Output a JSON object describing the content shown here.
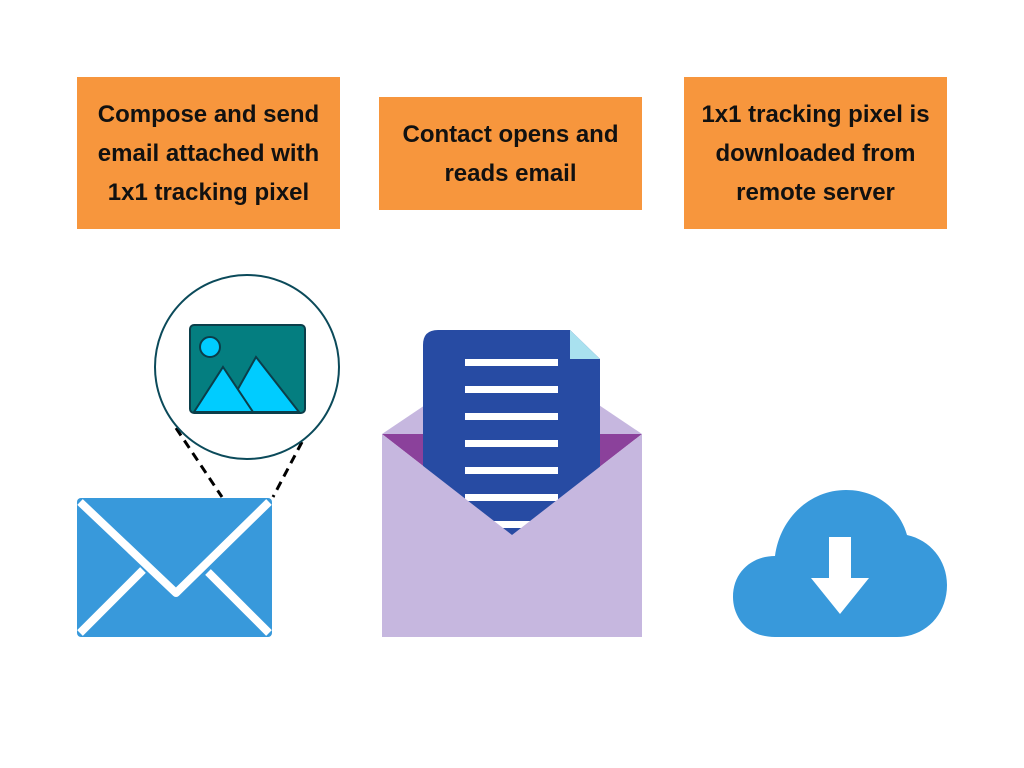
{
  "steps": [
    {
      "label": "Compose and send\nemail attached with\n1x1 tracking pixel",
      "icon": "envelope-with-image-icon"
    },
    {
      "label": "Contact opens and\nreads email",
      "icon": "open-envelope-letter-icon"
    },
    {
      "label": "1x1 tracking pixel is\ndownloaded from\nremote server",
      "icon": "cloud-download-icon"
    }
  ],
  "colors": {
    "box": "#F7963D",
    "mail_blue": "#3899DB",
    "doc_blue": "#274BA3",
    "envelope_front": "#C6B7DF",
    "envelope_inner": "#8B419B",
    "image_frame": "#047E80",
    "image_fill": "#00CCFF"
  }
}
